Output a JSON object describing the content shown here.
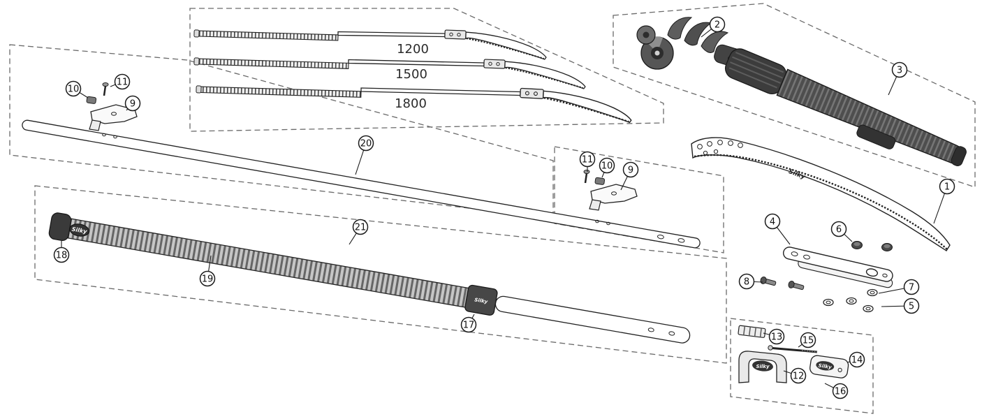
{
  "diagram": {
    "brand": "Silky",
    "pole_length_labels": [
      "1200",
      "1500",
      "1800"
    ],
    "callout_numbers": [
      "1",
      "2",
      "3",
      "4",
      "5",
      "6",
      "7",
      "8",
      "9",
      "9",
      "10",
      "10",
      "11",
      "11",
      "12",
      "13",
      "14",
      "15",
      "16",
      "17",
      "18",
      "19",
      "20",
      "21"
    ]
  }
}
